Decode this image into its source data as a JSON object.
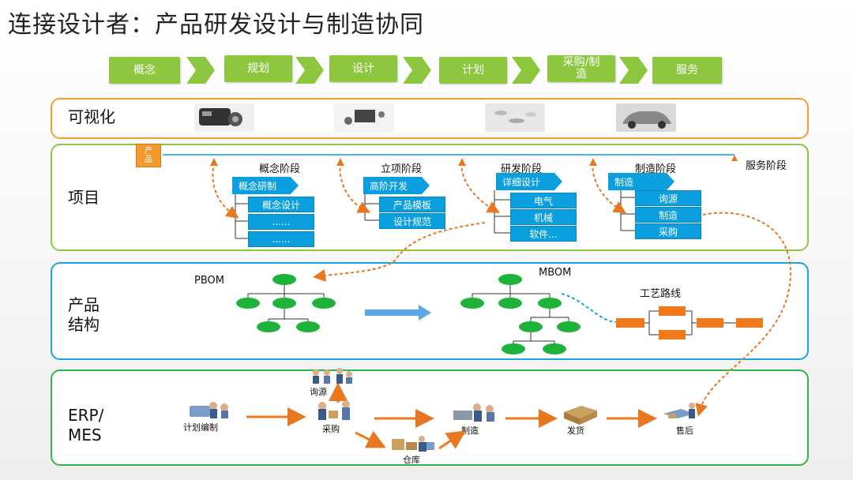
{
  "title": "连接设计者：产品研发设计与制造协同",
  "process_steps": [
    "概念",
    "规划",
    "设计",
    "计划",
    "采购/制\n造",
    "服务"
  ],
  "bands": {
    "visual": {
      "label": "可视化"
    },
    "project": {
      "label": "项目",
      "product_tag": "产\n品",
      "service_stage": "服务阶段",
      "stages": [
        {
          "name": "概念阶段",
          "arrow": "概念研制",
          "items": [
            "概念设计",
            "......",
            "......"
          ]
        },
        {
          "name": "立项阶段",
          "arrow": "高阶开发",
          "items": [
            "产品模板",
            "设计规范"
          ]
        },
        {
          "name": "研发阶段",
          "arrow": "详细设计",
          "items": [
            "电气",
            "机械",
            "软件..."
          ]
        },
        {
          "name": "制造阶段",
          "arrow": "制造",
          "items": [
            "询源",
            "制造",
            "采购"
          ]
        }
      ]
    },
    "structure": {
      "label": "产品\n结构",
      "pbom": "PBOM",
      "mbom": "MBOM",
      "routing": "工艺路线"
    },
    "erp": {
      "label": "ERP/\nMES",
      "nodes": [
        "计划编制",
        "采购",
        "询源",
        "仓库",
        "制造",
        "发货",
        "售后"
      ]
    }
  },
  "colors": {
    "green": "#8dc63f",
    "blue": "#0b9fe0",
    "orange": "#e87722",
    "band_orange": "#f0a030",
    "band_green": "#8dc63f",
    "band_blue": "#1aa3dd",
    "band_dkgreen": "#2fb34a"
  }
}
